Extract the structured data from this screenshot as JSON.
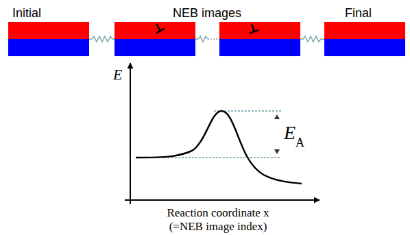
{
  "diagram": {
    "nodes": [
      {
        "text": [
          "Initial"
        ]
      },
      {
        "text": [
          "Final"
        ]
      }
    ],
    "labels": [
      "NEB images",
      "E",
      "E",
      "A",
      "Reaction coordinate x",
      "(=NEB image index)"
    ]
  }
}
